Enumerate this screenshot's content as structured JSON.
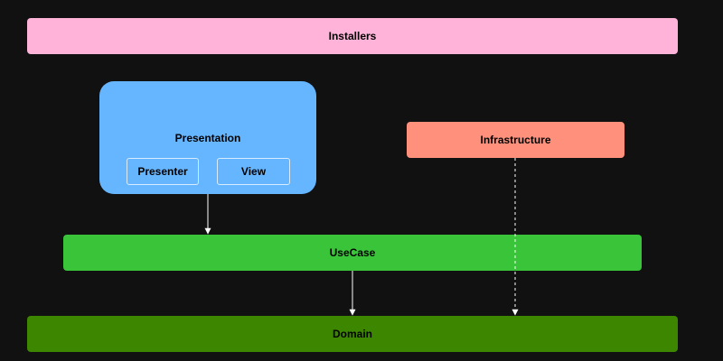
{
  "layers": {
    "installers": {
      "label": "Installers",
      "color": "#ffb3d9"
    },
    "presentation": {
      "label": "Presentation",
      "color": "#66b5ff",
      "children": [
        {
          "label": "Presenter"
        },
        {
          "label": "View"
        }
      ]
    },
    "infrastructure": {
      "label": "Infrastructure",
      "color": "#ff917c"
    },
    "usecase": {
      "label": "UseCase",
      "color": "#3ac43a"
    },
    "domain": {
      "label": "Domain",
      "color": "#3d8600"
    }
  },
  "connectors": [
    {
      "from": "presentation",
      "to": "usecase",
      "style": "solid"
    },
    {
      "from": "usecase",
      "to": "domain",
      "style": "solid"
    },
    {
      "from": "infrastructure",
      "to": "domain",
      "style": "dashed"
    }
  ],
  "colors": {
    "background": "#111111",
    "connector": "#ffffff"
  }
}
